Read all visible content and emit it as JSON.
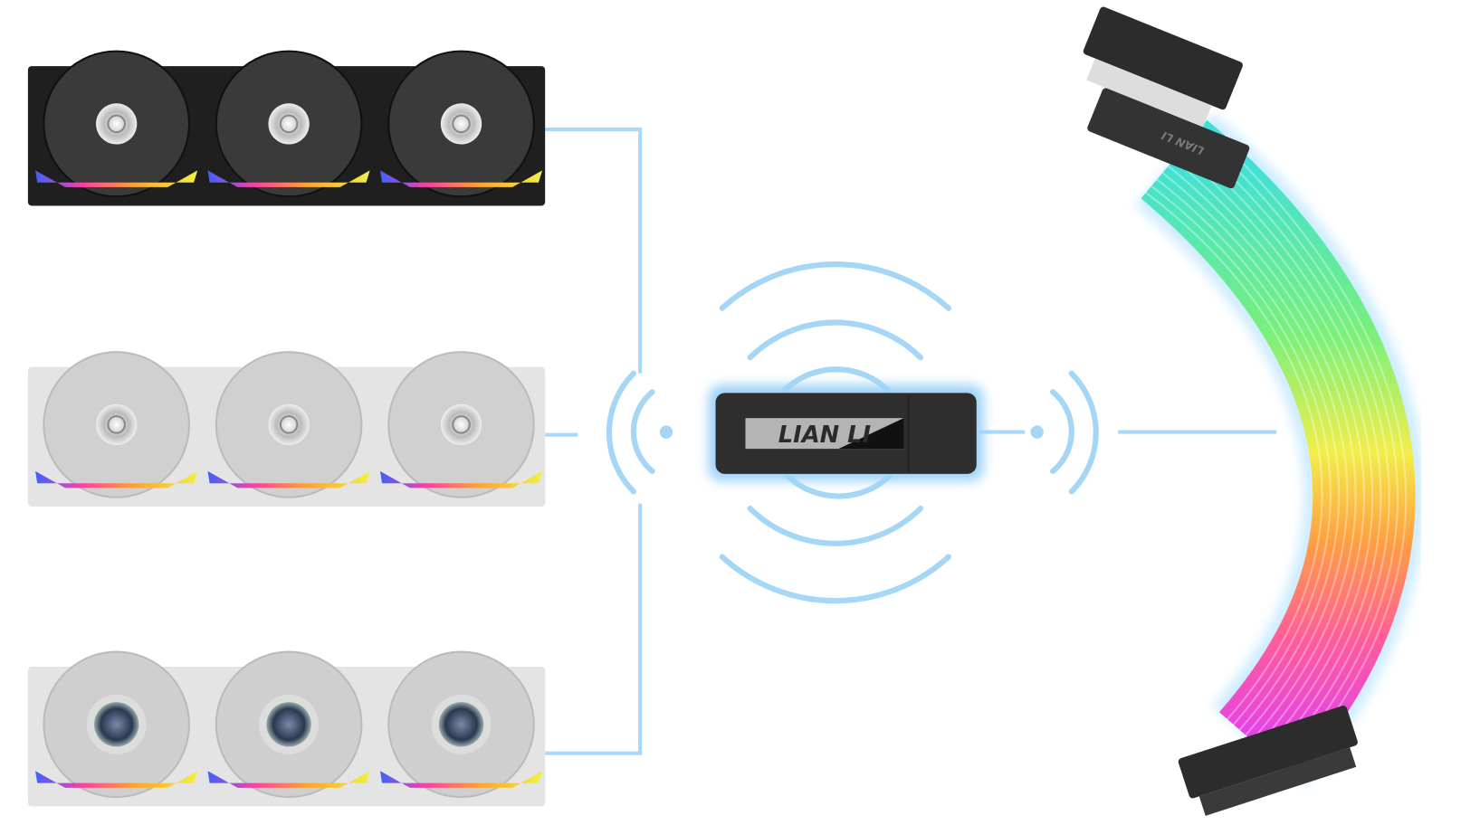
{
  "dongle": {
    "logo_text": "LIAN LI",
    "body_color": "#2e2e2e"
  },
  "cable": {
    "connector_logo": "LIAN LI",
    "gradient": [
      "#3fe0d8",
      "#7af07a",
      "#f2ee4a",
      "#ffa040",
      "#ff5c9a",
      "#e040f0"
    ]
  },
  "fan_rows": [
    {
      "style": "black",
      "frame": "#1f1f1f",
      "blade": "#3a3a3a",
      "hub": "silver"
    },
    {
      "style": "white",
      "frame": "#e4e4e4",
      "blade": "#d0d0d0",
      "hub": "silver"
    },
    {
      "style": "white-mirror-hub",
      "frame": "#e4e4e4",
      "blade": "#cfcfcf",
      "hub": "mirror"
    }
  ],
  "colors": {
    "connector_line": "#a9d8f8",
    "signal_wave": "#8fcdf5",
    "glow": "#cfeaff"
  }
}
